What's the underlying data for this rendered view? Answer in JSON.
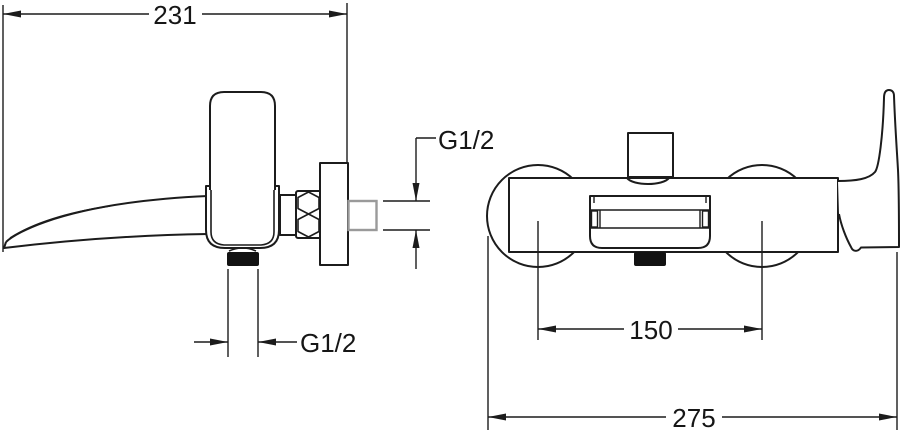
{
  "diagram": {
    "kind": "technical-dimension-drawing",
    "subject": "wall-mounted bath mixer faucet, side view and front view",
    "background": "#ffffff",
    "line_color": "#1c1c1c",
    "gray_part_color": "#9a9a9a",
    "views": {
      "side": {
        "dims": {
          "overall_depth": "231",
          "union_thread": "G1/2",
          "outlet_thread": "G1/2"
        }
      },
      "front": {
        "dims": {
          "inlet_centers": "150",
          "overall_width": "275"
        }
      }
    }
  }
}
